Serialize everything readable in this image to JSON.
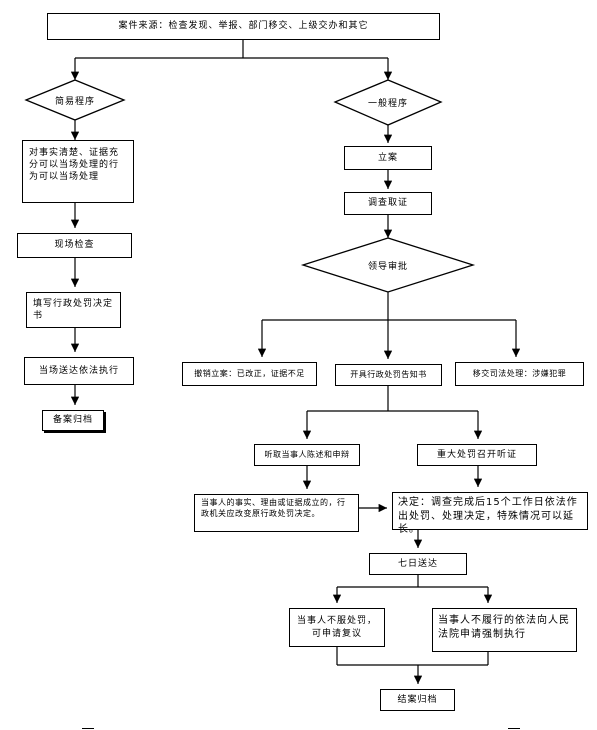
{
  "diagram": {
    "nodes": {
      "source": "案件来源：检查发现、举报、部门移交、上级交办和其它",
      "simple": "简易程序",
      "general": "一般程序",
      "simple_cond": "对事实清楚、证据充分可以当场处理的行为可以当场处理",
      "onsite_check": "现场检查",
      "fill_decision": "填写行政处罚决定书",
      "onsite_deliver": "当场送达依法执行",
      "archive1": "备案归档",
      "register": "立案",
      "investigate": "调查取证",
      "leader_approval": "领导审批",
      "revoke": "撤销立案：已改正，证据不足",
      "notice": "开具行政处罚告知书",
      "transfer": "移交司法处理：涉嫌犯罪",
      "hear_statement": "听取当事人陈述和申辩",
      "major_hearing": "重大处罚召开听证",
      "change_decision": "当事人的事实、理由或证据成立的，行政机关应改变原行政处罚决定。",
      "decision": "决定：调查完成后15个工作日依法作出处罚、处理决定，特殊情况可以延长。",
      "deliver7": "七日送达",
      "reconsider": "当事人不服处罚，可申请复议",
      "enforce": "当事人不履行的依法向人民法院申请强制执行",
      "archive2": "结案归档"
    }
  }
}
